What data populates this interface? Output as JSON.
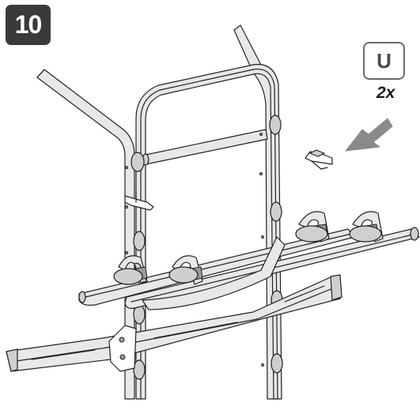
{
  "step": {
    "number": "10"
  },
  "part": {
    "code": "U",
    "quantity": "2x"
  },
  "colors": {
    "badge_bg": "#3a3a3a",
    "metal_fill": "#e6e6e6",
    "metal_shade": "#c9c9c9",
    "outline": "#222222",
    "arrow": "#8a8a8a"
  },
  "icons": {
    "arrow": "insert-direction-arrow",
    "clip": "loose-clip-part-u"
  }
}
